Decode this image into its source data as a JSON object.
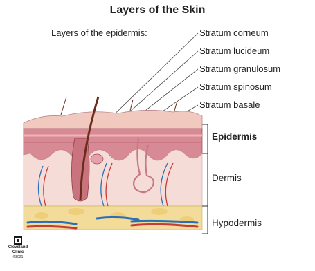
{
  "title": "Layers of the Skin",
  "epidermis_intro": "Layers of the epidermis:",
  "epidermis_layers": [
    "Stratum corneum",
    "Stratum lucideum",
    "Stratum granulosum",
    "Stratum spinosum",
    "Stratum basale"
  ],
  "main_layers": {
    "epidermis": "Epidermis",
    "dermis": "Dermis",
    "hypodermis": "Hypodermis"
  },
  "logo": {
    "line1": "Cleveland",
    "line2": "Clinic",
    "copyright": "©2021"
  },
  "colors": {
    "skin_surface": "#f2c9bf",
    "epidermis": "#d78a93",
    "dermis": "#f6dcd6",
    "hypodermis": "#f3dc9a",
    "artery": "#c53a3a",
    "vein": "#2a6fb8",
    "hair": "#6b2e1c"
  }
}
